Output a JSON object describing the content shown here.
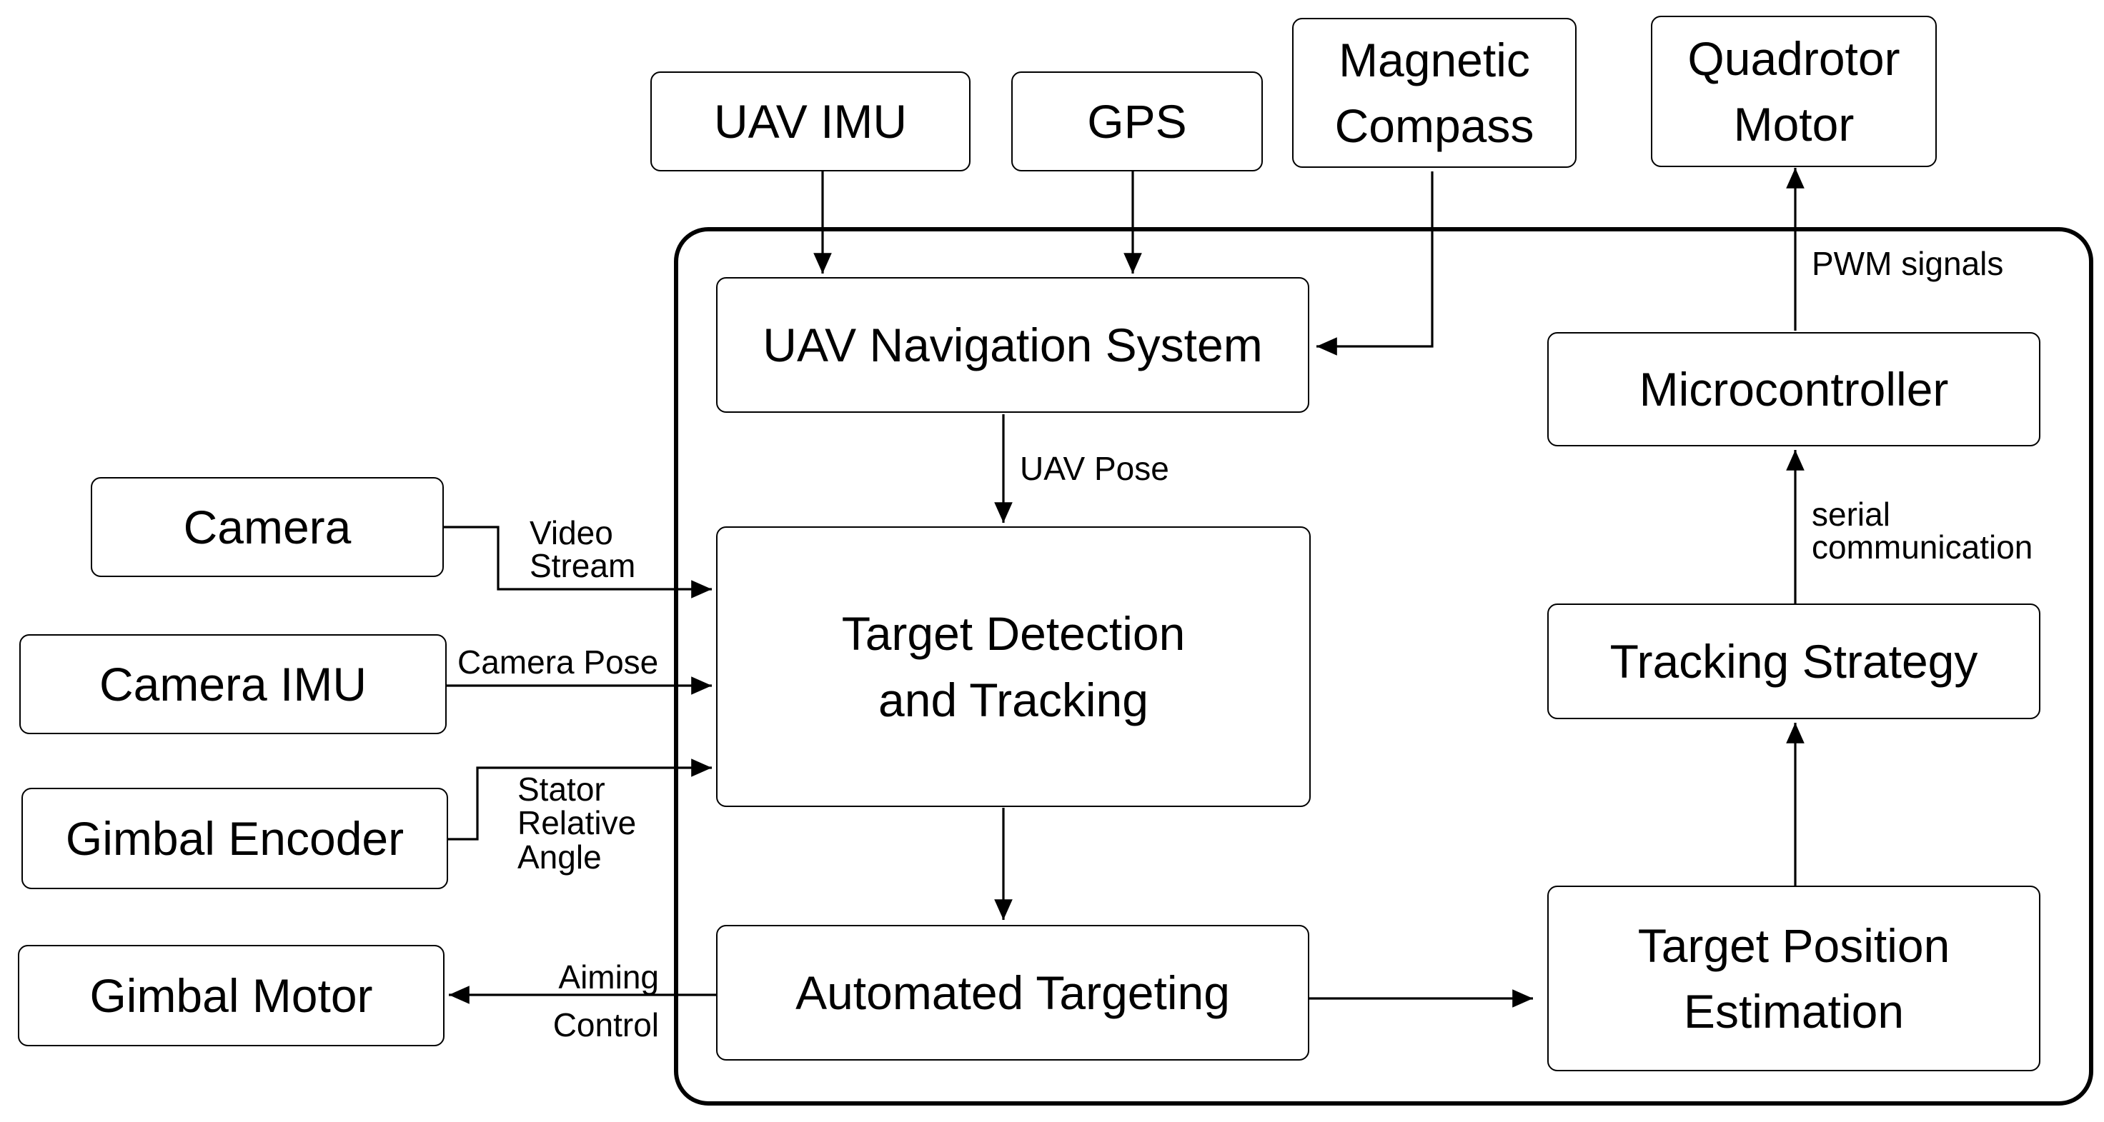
{
  "blocks": {
    "uav_imu": "UAV IMU",
    "gps": "GPS",
    "magnetic_compass": "Magnetic\nCompass",
    "quadrotor_motor": "Quadrotor\nMotor",
    "uav_navigation_system": "UAV Navigation System",
    "microcontroller": "Microcontroller",
    "camera": "Camera",
    "camera_imu": "Camera IMU",
    "gimbal_encoder": "Gimbal Encoder",
    "gimbal_motor": "Gimbal Motor",
    "target_detection_tracking": "Target Detection\nand Tracking",
    "automated_targeting": "Automated Targeting",
    "tracking_strategy": "Tracking Strategy",
    "target_position_estimation": "Target Position\nEstimation"
  },
  "signals": {
    "pwm_signals": "PWM signals",
    "uav_pose": "UAV Pose",
    "video_stream": "Video\nStream",
    "camera_pose": "Camera Pose",
    "stator_relative_angle": "Stator\nRelative\nAngle",
    "serial_communication": "serial\ncommunication",
    "aiming_control": "Aiming\nControl"
  }
}
